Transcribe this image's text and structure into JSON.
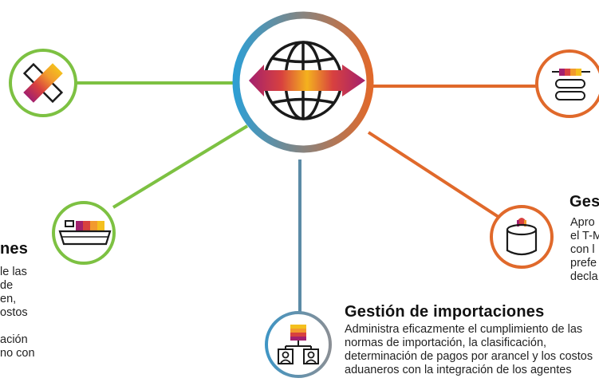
{
  "colors": {
    "green": "#7dc142",
    "orange": "#e0692b",
    "steel_blue": "#5b8ba6",
    "hub_gradient": [
      "#2f9ed3",
      "#e0692b"
    ],
    "accent_purple": "#a3206e",
    "accent_red": "#d8413f",
    "accent_orange": "#f29a2e",
    "accent_yellow": "#f4c01e"
  },
  "nodes": {
    "hub": {
      "icon": "globe-with-bidirectional-arrow-icon"
    },
    "top_left": {
      "icon": "striped-x-cross-icon"
    },
    "bottom_left": {
      "icon": "cargo-ship-icon"
    },
    "top_right": {
      "icon": "document-stack-icon"
    },
    "mid_right": {
      "icon": "cylinder-container-icon"
    },
    "bottom_center": {
      "icon": "users-org-chart-icon"
    }
  },
  "left_section": {
    "heading": "nes",
    "lines": [
      "le las",
      "de",
      "en,",
      "ostos",
      "",
      "ación",
      "no con"
    ]
  },
  "right_section": {
    "heading": "Ges",
    "lines": [
      "Apro",
      "el T-M",
      "con l",
      "prefe",
      "decla"
    ]
  },
  "imports_section": {
    "heading": "Gestión de importaciones",
    "lines": [
      "Administra eficazmente el cumplimiento de las",
      "normas de importación, la clasificación,",
      "determinación de pagos por arancel y los costos",
      "aduaneros con la integración de los agentes"
    ]
  }
}
